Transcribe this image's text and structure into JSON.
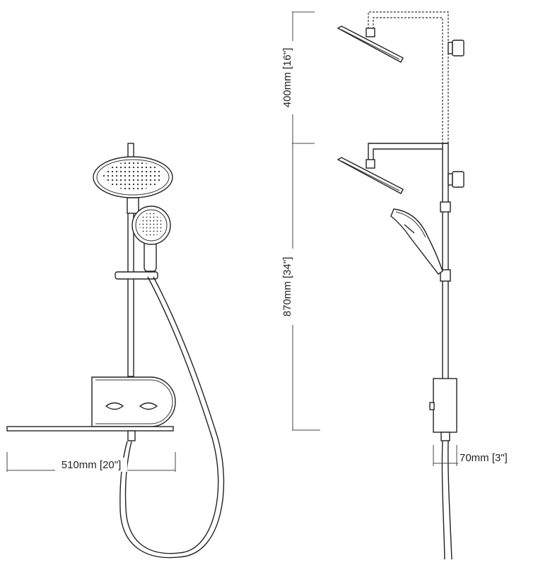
{
  "dimensions": {
    "width_label": "510mm [20\"]",
    "depth_label": "70mm [3\"]",
    "upper_height_label": "400mm [16\"]",
    "lower_height_label": "870mm [34\"]"
  },
  "colors": {
    "line": "#222222",
    "background": "#ffffff"
  }
}
